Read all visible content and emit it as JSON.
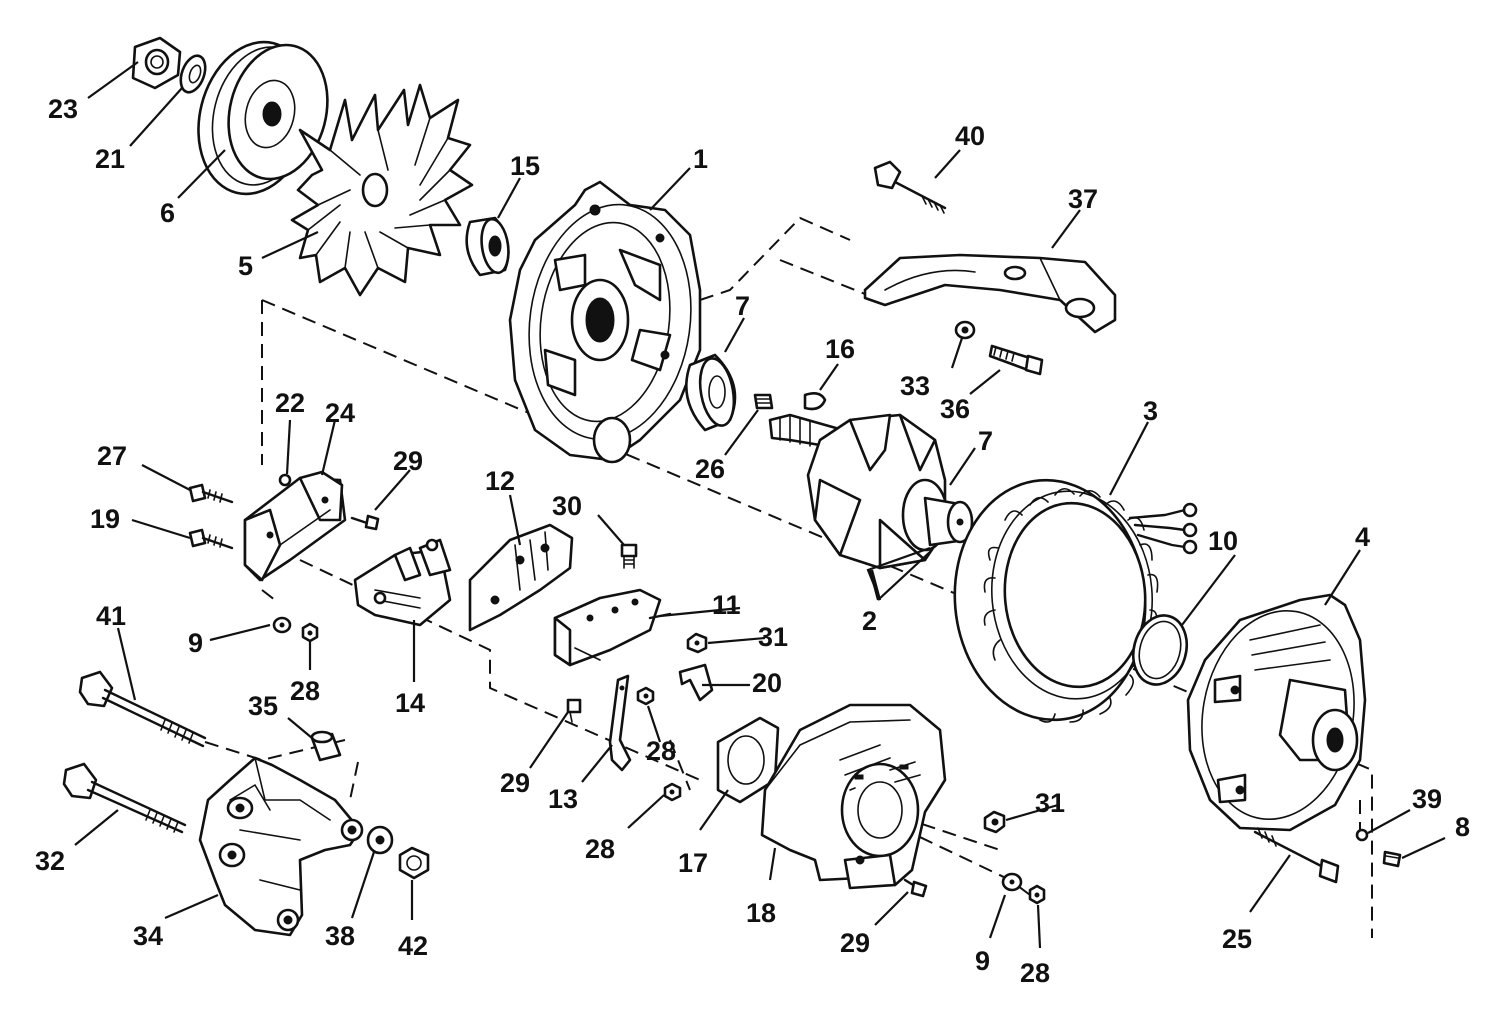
{
  "callouts": [
    {
      "id": "c23",
      "text": "23"
    },
    {
      "id": "c21",
      "text": "21"
    },
    {
      "id": "c6",
      "text": "6"
    },
    {
      "id": "c5",
      "text": "5"
    },
    {
      "id": "c15",
      "text": "15"
    },
    {
      "id": "c1",
      "text": "1"
    },
    {
      "id": "c40",
      "text": "40"
    },
    {
      "id": "c37",
      "text": "37"
    },
    {
      "id": "c7a",
      "text": "7"
    },
    {
      "id": "c16",
      "text": "16"
    },
    {
      "id": "c33",
      "text": "33"
    },
    {
      "id": "c36",
      "text": "36"
    },
    {
      "id": "c3",
      "text": "3"
    },
    {
      "id": "c22",
      "text": "22"
    },
    {
      "id": "c24",
      "text": "24"
    },
    {
      "id": "c27",
      "text": "27"
    },
    {
      "id": "c29a",
      "text": "29"
    },
    {
      "id": "c26",
      "text": "26"
    },
    {
      "id": "c7b",
      "text": "7"
    },
    {
      "id": "c12",
      "text": "12"
    },
    {
      "id": "c30",
      "text": "30"
    },
    {
      "id": "c19",
      "text": "19"
    },
    {
      "id": "c10",
      "text": "10"
    },
    {
      "id": "c4",
      "text": "4"
    },
    {
      "id": "c11",
      "text": "11"
    },
    {
      "id": "c2",
      "text": "2"
    },
    {
      "id": "c41",
      "text": "41"
    },
    {
      "id": "c9a",
      "text": "9"
    },
    {
      "id": "c31a",
      "text": "31"
    },
    {
      "id": "c28a",
      "text": "28"
    },
    {
      "id": "c14",
      "text": "14"
    },
    {
      "id": "c20",
      "text": "20"
    },
    {
      "id": "c35",
      "text": "35"
    },
    {
      "id": "c28b",
      "text": "28"
    },
    {
      "id": "c29b",
      "text": "29"
    },
    {
      "id": "c13",
      "text": "13"
    },
    {
      "id": "c31b",
      "text": "31"
    },
    {
      "id": "c39",
      "text": "39"
    },
    {
      "id": "c8",
      "text": "8"
    },
    {
      "id": "c32",
      "text": "32"
    },
    {
      "id": "c28c",
      "text": "28"
    },
    {
      "id": "c17",
      "text": "17"
    },
    {
      "id": "c18",
      "text": "18"
    },
    {
      "id": "c34",
      "text": "34"
    },
    {
      "id": "c38",
      "text": "38"
    },
    {
      "id": "c42",
      "text": "42"
    },
    {
      "id": "c29c",
      "text": "29"
    },
    {
      "id": "c9b",
      "text": "9"
    },
    {
      "id": "c28d",
      "text": "28"
    },
    {
      "id": "c25",
      "text": "25"
    }
  ]
}
